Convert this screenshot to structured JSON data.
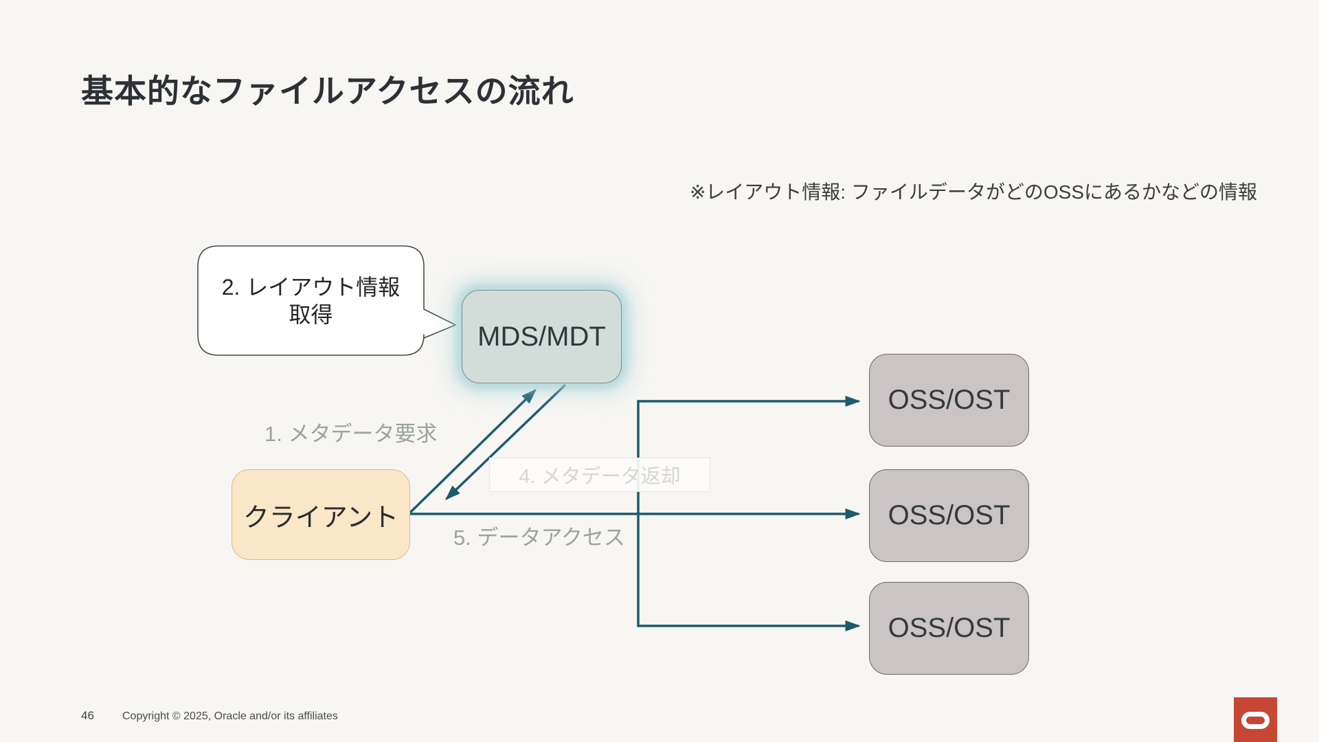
{
  "slide": {
    "title": "基本的なファイルアクセスの流れ",
    "note": "※レイアウト情報: ファイルデータがどのOSSにあるかなどの情報",
    "page_number": "46",
    "copyright": "Copyright © 2025, Oracle and/or its affiliates"
  },
  "diagram": {
    "bubble": {
      "line1": "2. レイアウト情報",
      "line2": "取得"
    },
    "nodes": {
      "mds": "MDS/MDT",
      "client": "クライアント",
      "oss1": "OSS/OST",
      "oss2": "OSS/OST",
      "oss3": "OSS/OST"
    },
    "labels": {
      "step1": "1. メタデータ要求",
      "step4": "4. メタデータ返却",
      "step5": "5. データアクセス"
    },
    "colors": {
      "arrow": "#1d5b6e",
      "bubble_fill": "#ffffff",
      "bubble_border": "#4a4a4a",
      "mds_fill": "#d2dcd9",
      "mds_glow": "#a0d0d4",
      "client_fill": "#f9e7c7",
      "client_border": "#d9bc8d",
      "oss_fill": "#cbc4c4",
      "oss_border": "#6f6868",
      "background": "#f7f6f3",
      "oracle_red": "#c74634",
      "title_color": "#2d3135"
    }
  }
}
